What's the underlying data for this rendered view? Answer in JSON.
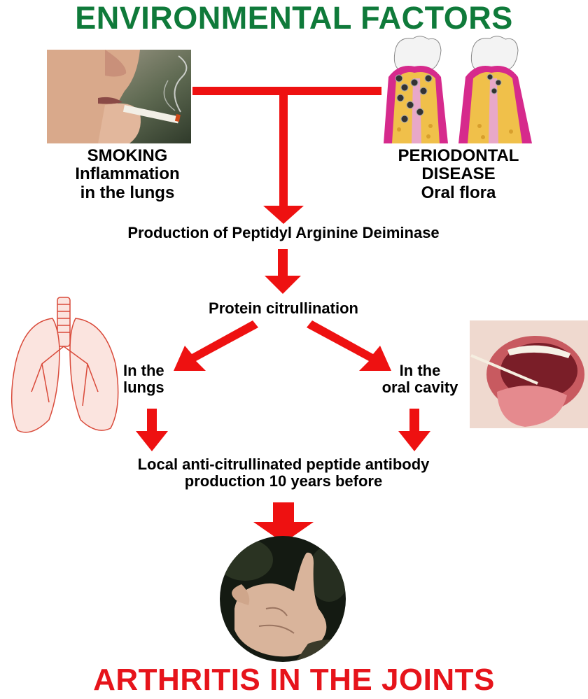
{
  "title": "ENVIRONMENTAL FACTORS",
  "footer": "ARTHRITIS IN THE JOINTS",
  "smoking": {
    "lines": [
      "SMOKING",
      "Inflammation",
      "in the lungs"
    ]
  },
  "periodontal": {
    "lines": [
      "PERIODONTAL",
      "DISEASE",
      "Oral flora"
    ]
  },
  "steps": {
    "pad": "Production of Peptidyl Arginine Deiminase",
    "citrullination": "Protein citrullination",
    "lungs": [
      "In the",
      "lungs"
    ],
    "oral": [
      "In the",
      "oral cavity"
    ],
    "antibody": [
      "Local anti-citrullinated peptide antibody",
      "production 10 years before"
    ]
  },
  "colors": {
    "title_green": "#0f7a3a",
    "arrow_red": "#ee1111",
    "footer_red": "#e6141b"
  }
}
